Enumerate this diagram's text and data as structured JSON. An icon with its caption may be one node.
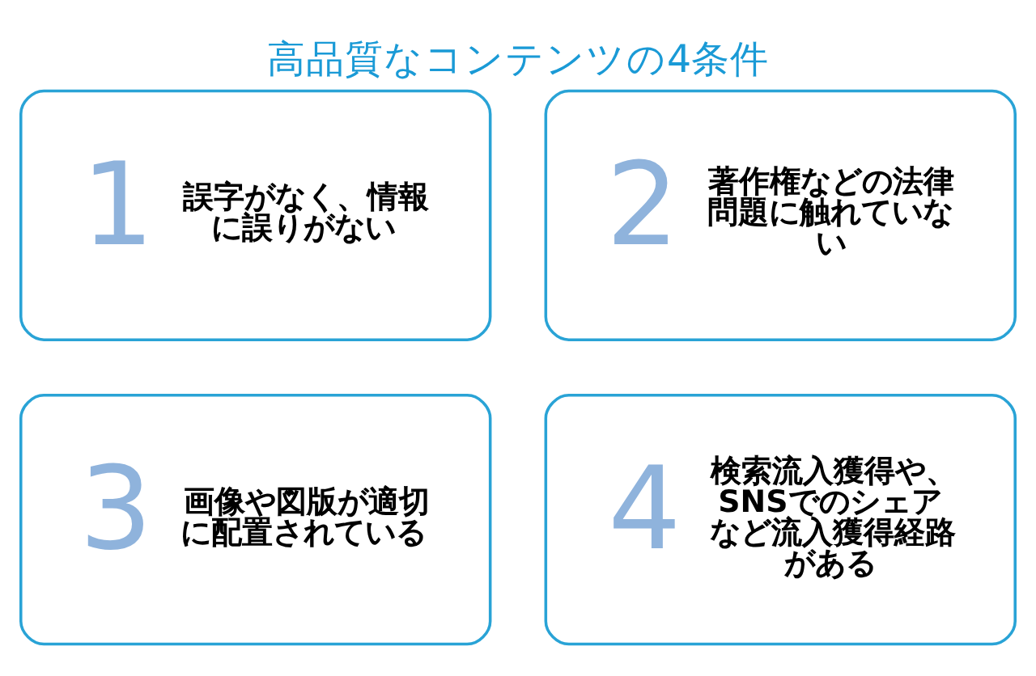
{
  "diagram": {
    "title": "高品質なコンテンツの4条件",
    "nodes": [
      {
        "text": [
          "1",
          "誤字がなく、情報に誤りがない"
        ]
      },
      {
        "text": [
          "2",
          "著作権などの法律問題に触れていない"
        ]
      },
      {
        "text": [
          "3",
          "画像や図版が適切に配置されている"
        ]
      },
      {
        "text": [
          "4",
          "検索流入獲得や、SNSでのシェアなど流入獲得経路がある"
        ]
      }
    ],
    "edges": []
  }
}
